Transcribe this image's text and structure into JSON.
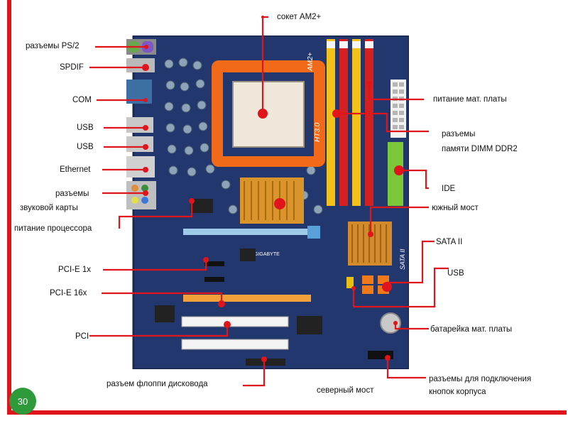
{
  "labels": {
    "ps2": "разъемы PS/2",
    "spdif": "SPDIF",
    "com": "COM",
    "usb1": "USB",
    "usb2": "USB",
    "ethernet": "Ethernet",
    "audio_1": "разъемы",
    "audio_2": "звуковой карты",
    "cpu_power": "питание процессора",
    "pcie1x": "PCI-E 1x",
    "pcie16x": "PCI-E 16x",
    "pci": "PCI",
    "floppy": "разъем флоппи дисковода",
    "socket": "сокет AM2+",
    "mb_power": "питание мат. платы",
    "ddr_1": "разъемы",
    "ddr_2": "памяти DIMM DDR2",
    "ide": "IDE",
    "south_bridge": "южный мост",
    "sata": "SATA II",
    "usb3": "USB",
    "battery": "батарейка мат. платы",
    "case_1": "разъемы для подключения",
    "case_2": "кнопок корпуса",
    "north_bridge": "северный мост"
  },
  "board_text": {
    "socket_mark": "AM2+",
    "ht_mark": "HT3.0",
    "sata_mark": "SATA II",
    "brand": "GIGABYTE"
  },
  "page_number": "30",
  "colors": {
    "frame": "#e0141b",
    "pcb": "#22376e",
    "socket": "#f06a1a",
    "ram_yellow": "#f2c21a",
    "ram_red": "#d42020",
    "ide_green": "#7cc63a",
    "heatsink": "#d9952c",
    "badge": "#2e9a3a"
  }
}
